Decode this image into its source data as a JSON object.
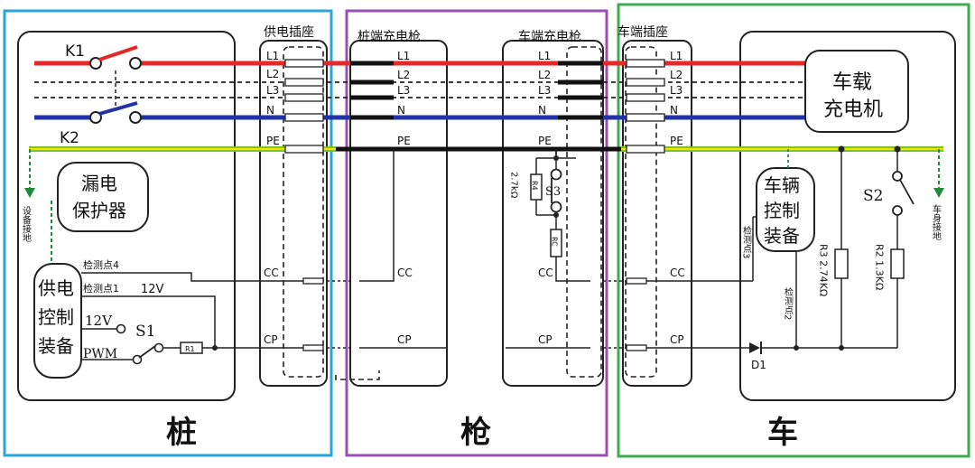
{
  "sections": {
    "pile": "桩",
    "gun": "枪",
    "car": "车"
  },
  "connectors": {
    "supply_socket": "供电插座",
    "pile_gun": "桩端充电枪",
    "car_gun": "车端充电枪",
    "car_socket": "车端插座"
  },
  "pins": {
    "l1": "L1",
    "l2": "L2",
    "l3": "L3",
    "n": "N",
    "pe": "PE",
    "cc": "CC",
    "cp": "CP"
  },
  "pile": {
    "k1": "K1",
    "k2": "K2",
    "ground_label": "设备接地",
    "leakage_line1": "漏电",
    "leakage_line2": "保护器",
    "controller_line1": "供电",
    "controller_line2": "控制",
    "controller_line3": "装备",
    "detect4": "检测点4",
    "detect1": "检测点1",
    "v12_top": "12V",
    "v12_left": "12V",
    "pwm": "PWM",
    "s1": "S1",
    "r1": "R1"
  },
  "gun": {
    "r4_value": "2.7kΩ",
    "r4": "R4",
    "s3": "S3",
    "rc": "RC"
  },
  "car": {
    "charger_line1": "车载",
    "charger_line2": "充电机",
    "vc_line1": "车辆",
    "vc_line2": "控制",
    "vc_line3": "装备",
    "s2": "S2",
    "body_ground": "车身接地",
    "detect3": "检测点3",
    "detect2": "检测点2",
    "r3": "R3 2.74KΩ",
    "r2": "R2 1.3KΩ",
    "d1": "D1"
  },
  "colors": {
    "pile_border": "#2aa5dc",
    "gun_border": "#9b4fb3",
    "car_border": "#3cac4c",
    "l1_wire": "#e62828",
    "n_wire": "#2233aa",
    "pe_green": "#7dc22a",
    "pe_yellow": "#f2e500",
    "ground_green": "#1f8a3a"
  }
}
